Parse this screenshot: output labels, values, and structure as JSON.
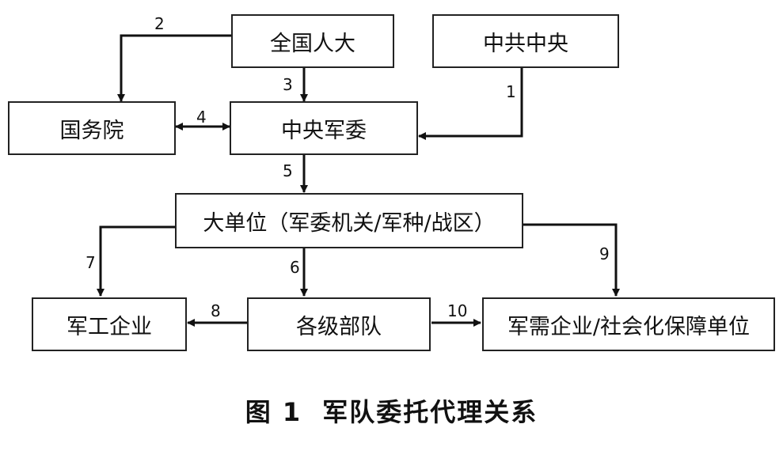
{
  "nodes": {
    "npc": "全国人大",
    "cpc": "中共中央",
    "state_council": "国务院",
    "cmc": "中央军委",
    "major_units": "大单位（军委机关/军种/战区）",
    "military_enterprises": "军工企业",
    "troops": "各级部队",
    "supply_units": "军需企业/社会化保障单位"
  },
  "edges": {
    "e1": "1",
    "e2": "2",
    "e3": "3",
    "e4": "4",
    "e5": "5",
    "e6": "6",
    "e7": "7",
    "e8": "8",
    "e9": "9",
    "e10": "10"
  },
  "caption": {
    "figure": "图 1",
    "title": "军队委托代理关系"
  }
}
